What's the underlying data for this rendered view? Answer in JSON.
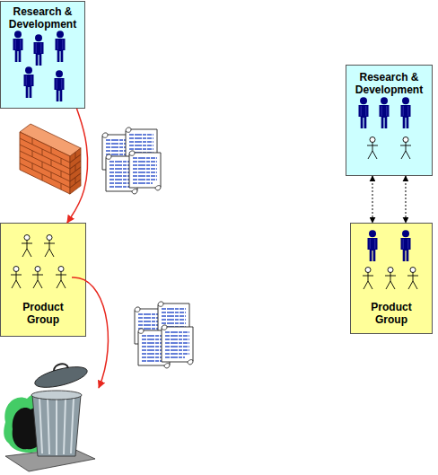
{
  "diagram": {
    "nodes": [
      {
        "text": [
          "Research & Development"
        ]
      },
      {
        "text": [
          "Product Group"
        ]
      },
      {
        "text": [
          "Research & Development"
        ]
      },
      {
        "text": [
          "Product Group"
        ]
      }
    ],
    "edges": [
      {
        "from": 0,
        "to": 1,
        "arrow": "to"
      },
      {
        "from": 2,
        "to": 3,
        "arrow": "both"
      },
      {
        "from": 2,
        "to": 3,
        "arrow": "both"
      }
    ]
  }
}
